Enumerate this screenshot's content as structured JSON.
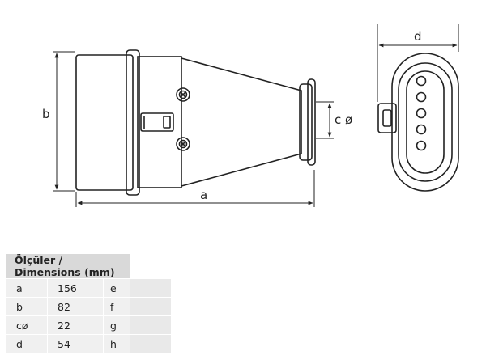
{
  "drawing": {
    "dimension_labels": {
      "a": "a",
      "b": "b",
      "c": "c ø",
      "d": "d"
    }
  },
  "table": {
    "title": "Ölçüler / Dimensions (mm)",
    "rows": [
      {
        "key": "a",
        "value": "156",
        "key2": "e",
        "value2": ""
      },
      {
        "key": "b",
        "value": "82",
        "key2": "f",
        "value2": ""
      },
      {
        "key": "cø",
        "value": "22",
        "key2": "g",
        "value2": ""
      },
      {
        "key": "d",
        "value": "54",
        "key2": "h",
        "value2": ""
      }
    ]
  }
}
